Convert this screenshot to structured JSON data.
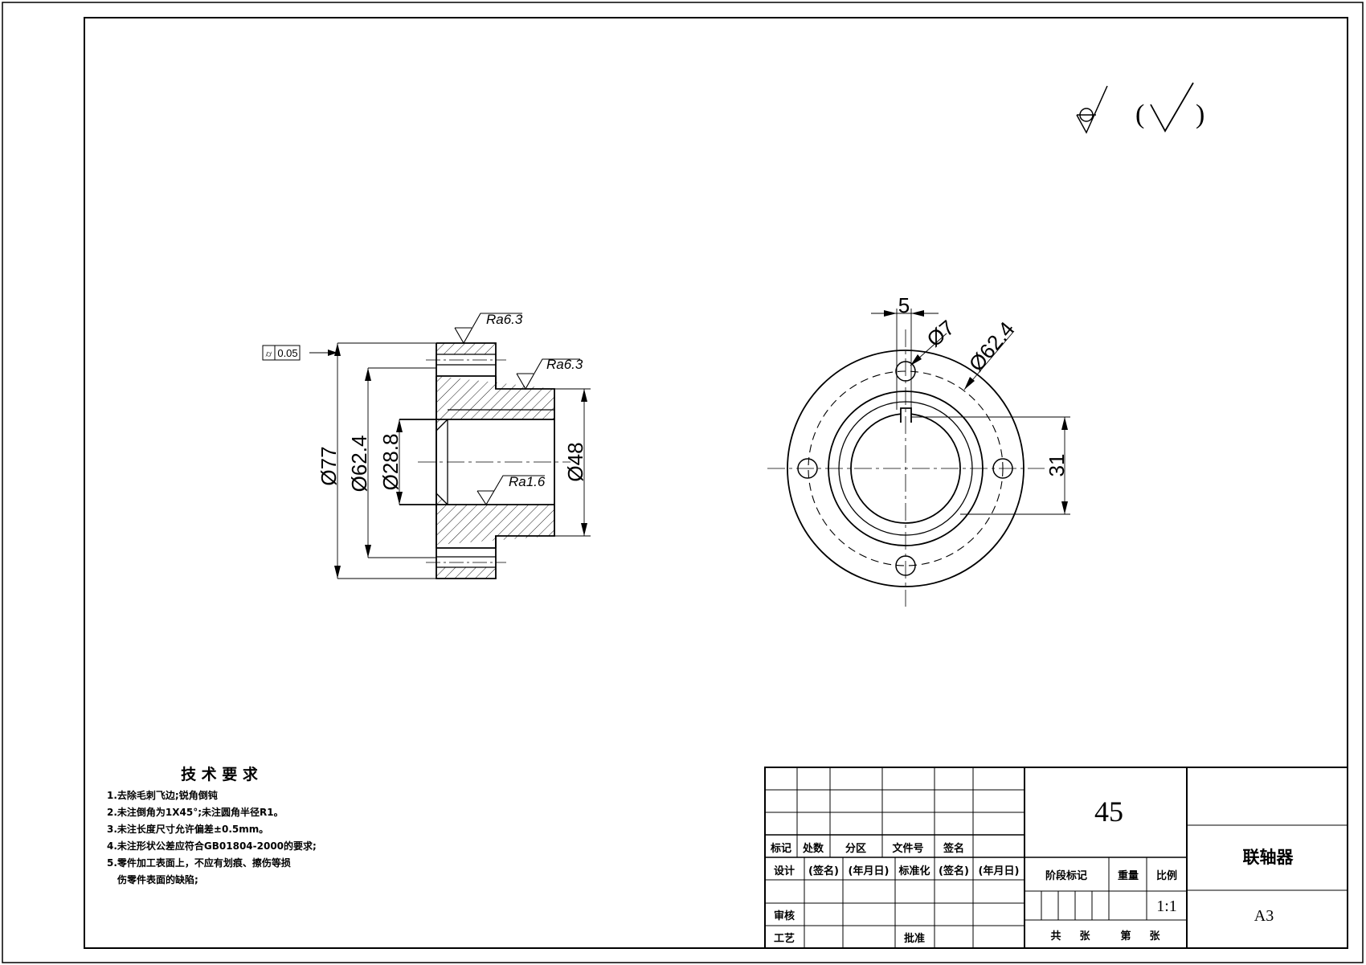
{
  "symbols": {
    "surface_default": "√",
    "paren_open": "(",
    "paren_close": ")"
  },
  "front_view": {
    "tolerance_symbol": "⌭",
    "tolerance_value": "0.05",
    "roughness": [
      "Ra6.3",
      "Ra6.3",
      "Ra1.6"
    ],
    "dims": [
      "Ø77",
      "Ø62.4",
      "Ø28.8",
      "Ø48"
    ]
  },
  "side_view": {
    "dims": [
      "5",
      "Ø7",
      "Ø62.4",
      "31"
    ]
  },
  "tech_requirements": {
    "title": "技 术 要 求",
    "items": [
      "1.去除毛刺飞边;锐角倒钝",
      "2.未注倒角为1X45°;未注圆角半径R1。",
      "3.未注长度尺寸允许偏差±0.5mm。",
      "4.未注形状公差应符合GB01804-2000的要求;",
      "5.零件加工表面上，不应有划痕、擦伤等损",
      "伤零件表面的缺陷;"
    ]
  },
  "title_block": {
    "material": "45",
    "part_name": "联轴器",
    "sheet_size": "A3",
    "scale": "1:1",
    "labels": {
      "mark": "标记",
      "count": "处数",
      "zone": "分区",
      "doc_no": "文件号",
      "signature": "签名",
      "design": "设计",
      "sign_paren": "(签名)",
      "date_paren": "(年月日)",
      "standardize": "标准化",
      "sign_paren2": "(签名)",
      "date_paren2": "(年月日)",
      "stage_mark": "阶段标记",
      "weight": "重量",
      "ratio": "比例",
      "review": "审核",
      "process": "工艺",
      "approve": "批准",
      "total": "共",
      "sheets": "张",
      "nth": "第",
      "sheets2": "张"
    }
  }
}
